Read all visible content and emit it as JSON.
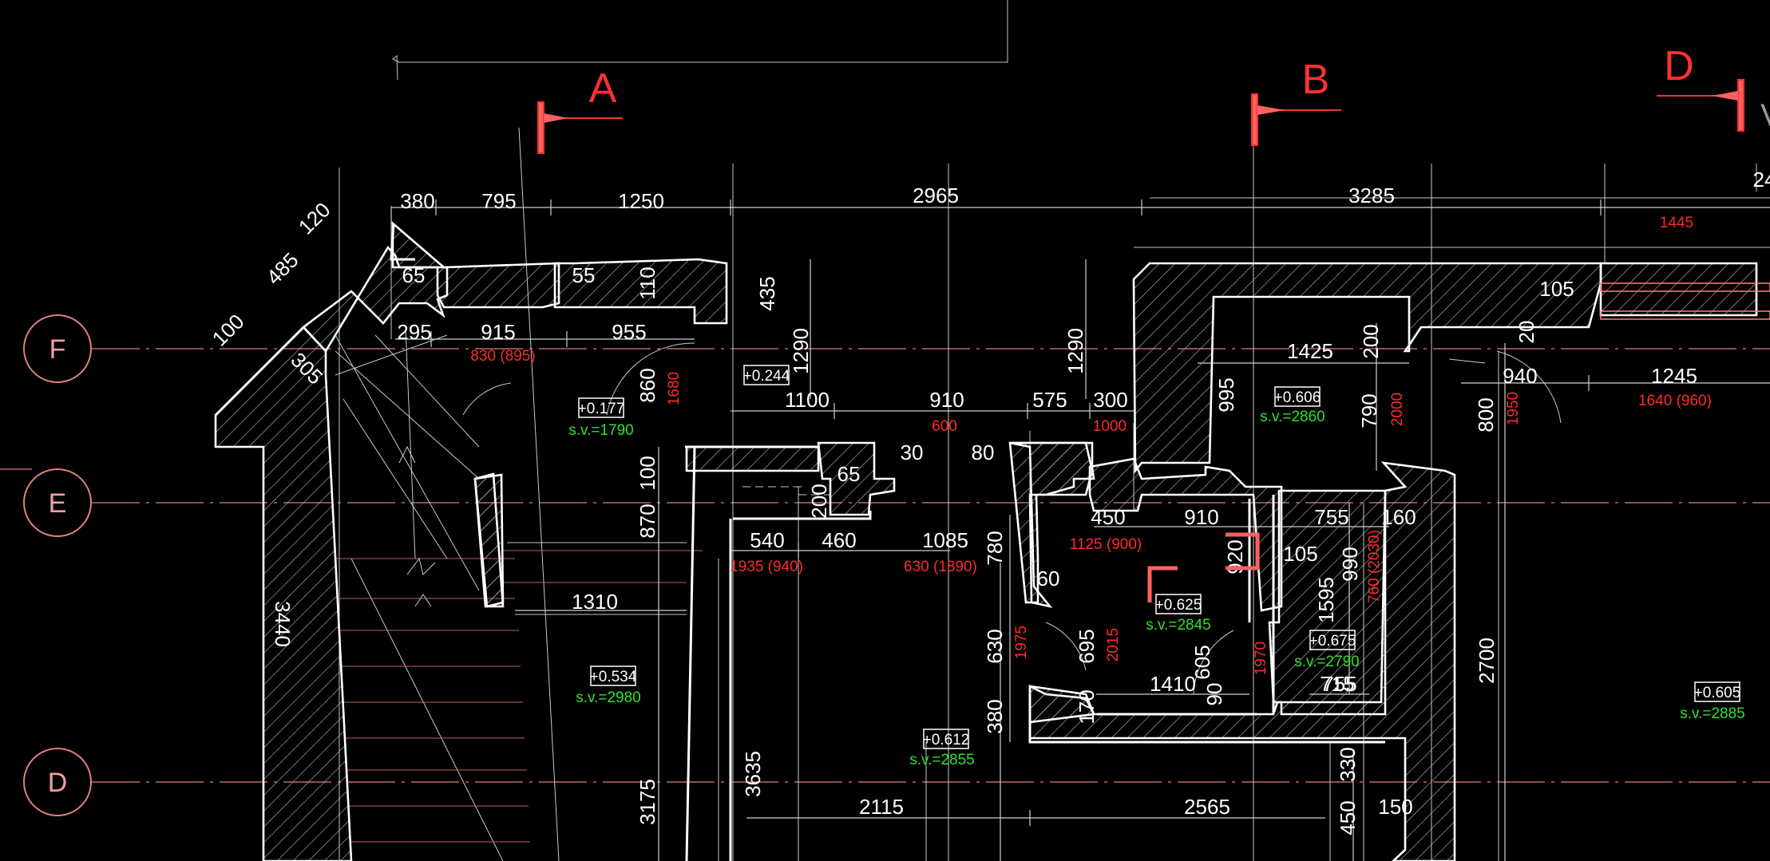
{
  "axes": [
    "F",
    "E",
    "D"
  ],
  "sections": [
    "A",
    "B",
    "D"
  ],
  "dimensions_white": [
    "120",
    "485",
    "100",
    "305",
    "380",
    "795",
    "1250",
    "2965",
    "3285",
    "24",
    "65",
    "55",
    "110",
    "435",
    "1290",
    "1290",
    "105",
    "20",
    "295",
    "915",
    "955",
    "1425",
    "200",
    "940",
    "1245",
    "995",
    "790",
    "800",
    "1100",
    "910",
    "575",
    "300",
    "860",
    "100",
    "870",
    "65",
    "30",
    "80",
    "200",
    "450",
    "910",
    "755",
    "160",
    "540",
    "460",
    "1085",
    "780",
    "60",
    "920",
    "105",
    "990",
    "1595",
    "755",
    "1310",
    "3440",
    "630",
    "695",
    "605",
    "1410",
    "90",
    "715",
    "2700",
    "380",
    "170",
    "3175",
    "3635",
    "2115",
    "2565",
    "330",
    "450",
    "150"
  ],
  "dimensions_red": [
    "1445",
    "830 (895)",
    "1680",
    "600",
    "1000",
    "2000",
    "1950",
    "1640 (960)",
    "1125 (900)",
    "760 (2030)",
    "1935 (940)",
    "630 (1890)",
    "1975",
    "2015",
    "1970"
  ],
  "levels": [
    {
      "level": "+0.177",
      "sv": "s.v.=1790"
    },
    {
      "level": "+0.244",
      "sv": ""
    },
    {
      "level": "+0.606",
      "sv": "s.v.=2860"
    },
    {
      "level": "+0.625",
      "sv": "s.v.=2845"
    },
    {
      "level": "+0.675",
      "sv": "s.v.=2790"
    },
    {
      "level": "+0.534",
      "sv": "s.v.=2980"
    },
    {
      "level": "+0.612",
      "sv": "s.v.=2855"
    },
    {
      "level": "+0.605",
      "sv": "s.v.=2885"
    }
  ],
  "edge_glyph": "V",
  "colors": {
    "background": "#000000",
    "wall": "#ffffff",
    "thin_line": "#c8c8c8",
    "axis_line": "#e08080",
    "section_mark": "#ff3030",
    "dimension_red": "#ff2a2a",
    "sv_green": "#2fe02f"
  }
}
